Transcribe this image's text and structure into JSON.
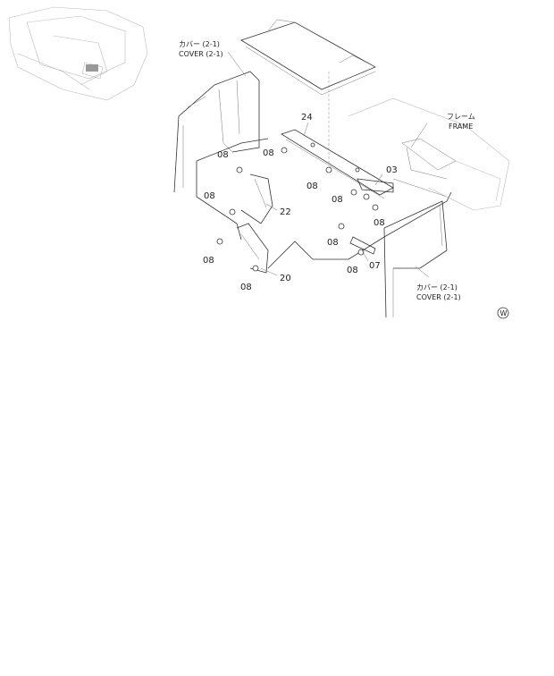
{
  "callouts": {
    "cover_top_jp": "カバー (2-1)",
    "cover_top_en": "COVER (2-1)",
    "frame_jp": "フレーム",
    "frame_en": "FRAME",
    "cover_bottom_jp": "カバー (2-1)",
    "cover_bottom_en": "COVER (2-1)",
    "watermark": "W"
  },
  "part_numbers": {
    "p24": "24",
    "p03": "03",
    "p22": "22",
    "p20": "20",
    "p07": "07",
    "p08": "08"
  }
}
